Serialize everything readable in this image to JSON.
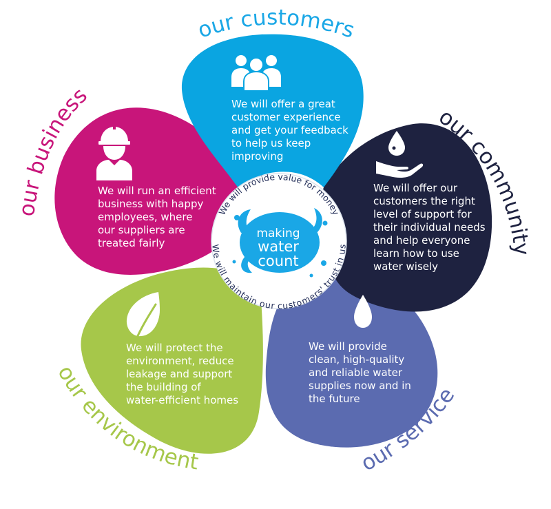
{
  "colors": {
    "customers": "#0aa5e1",
    "community": "#1e2240",
    "service": "#5b6bb0",
    "environment": "#a6c74a",
    "business": "#c8157a",
    "center_badge": "#1aa7e6"
  },
  "center": {
    "title_line1": "making",
    "title_line2": "water",
    "title_line3": "count",
    "ring_top": "We will provide value for money",
    "ring_bottom": "We will maintain our customers' trust in us"
  },
  "customers": {
    "label": "our customers",
    "icon": "people-group-icon",
    "lines": [
      "We will offer a great",
      "customer experience",
      "and get your feedback",
      "to help us keep",
      "improving"
    ]
  },
  "community": {
    "label": "our community",
    "icon": "water-drop-in-hand-icon",
    "lines": [
      "We will offer our",
      "customers the right",
      "level of support for",
      "their individual needs",
      "and help everyone",
      "learn how to use",
      "water wisely"
    ]
  },
  "service": {
    "label": "our service",
    "icon": "water-drop-icon",
    "lines": [
      "We will provide",
      "clean, high-quality",
      "and reliable water",
      "supplies now and in",
      "the future"
    ]
  },
  "environment": {
    "label": "our environment",
    "icon": "leaf-icon",
    "lines": [
      "We will protect the",
      "environment, reduce",
      "leakage and support",
      "the building of",
      "water-efficient homes"
    ]
  },
  "business": {
    "label": "our business",
    "icon": "hard-hat-worker-icon",
    "lines": [
      "We will run an efficient",
      "business with happy",
      "employees, where",
      "our suppliers are",
      "treated fairly"
    ]
  }
}
